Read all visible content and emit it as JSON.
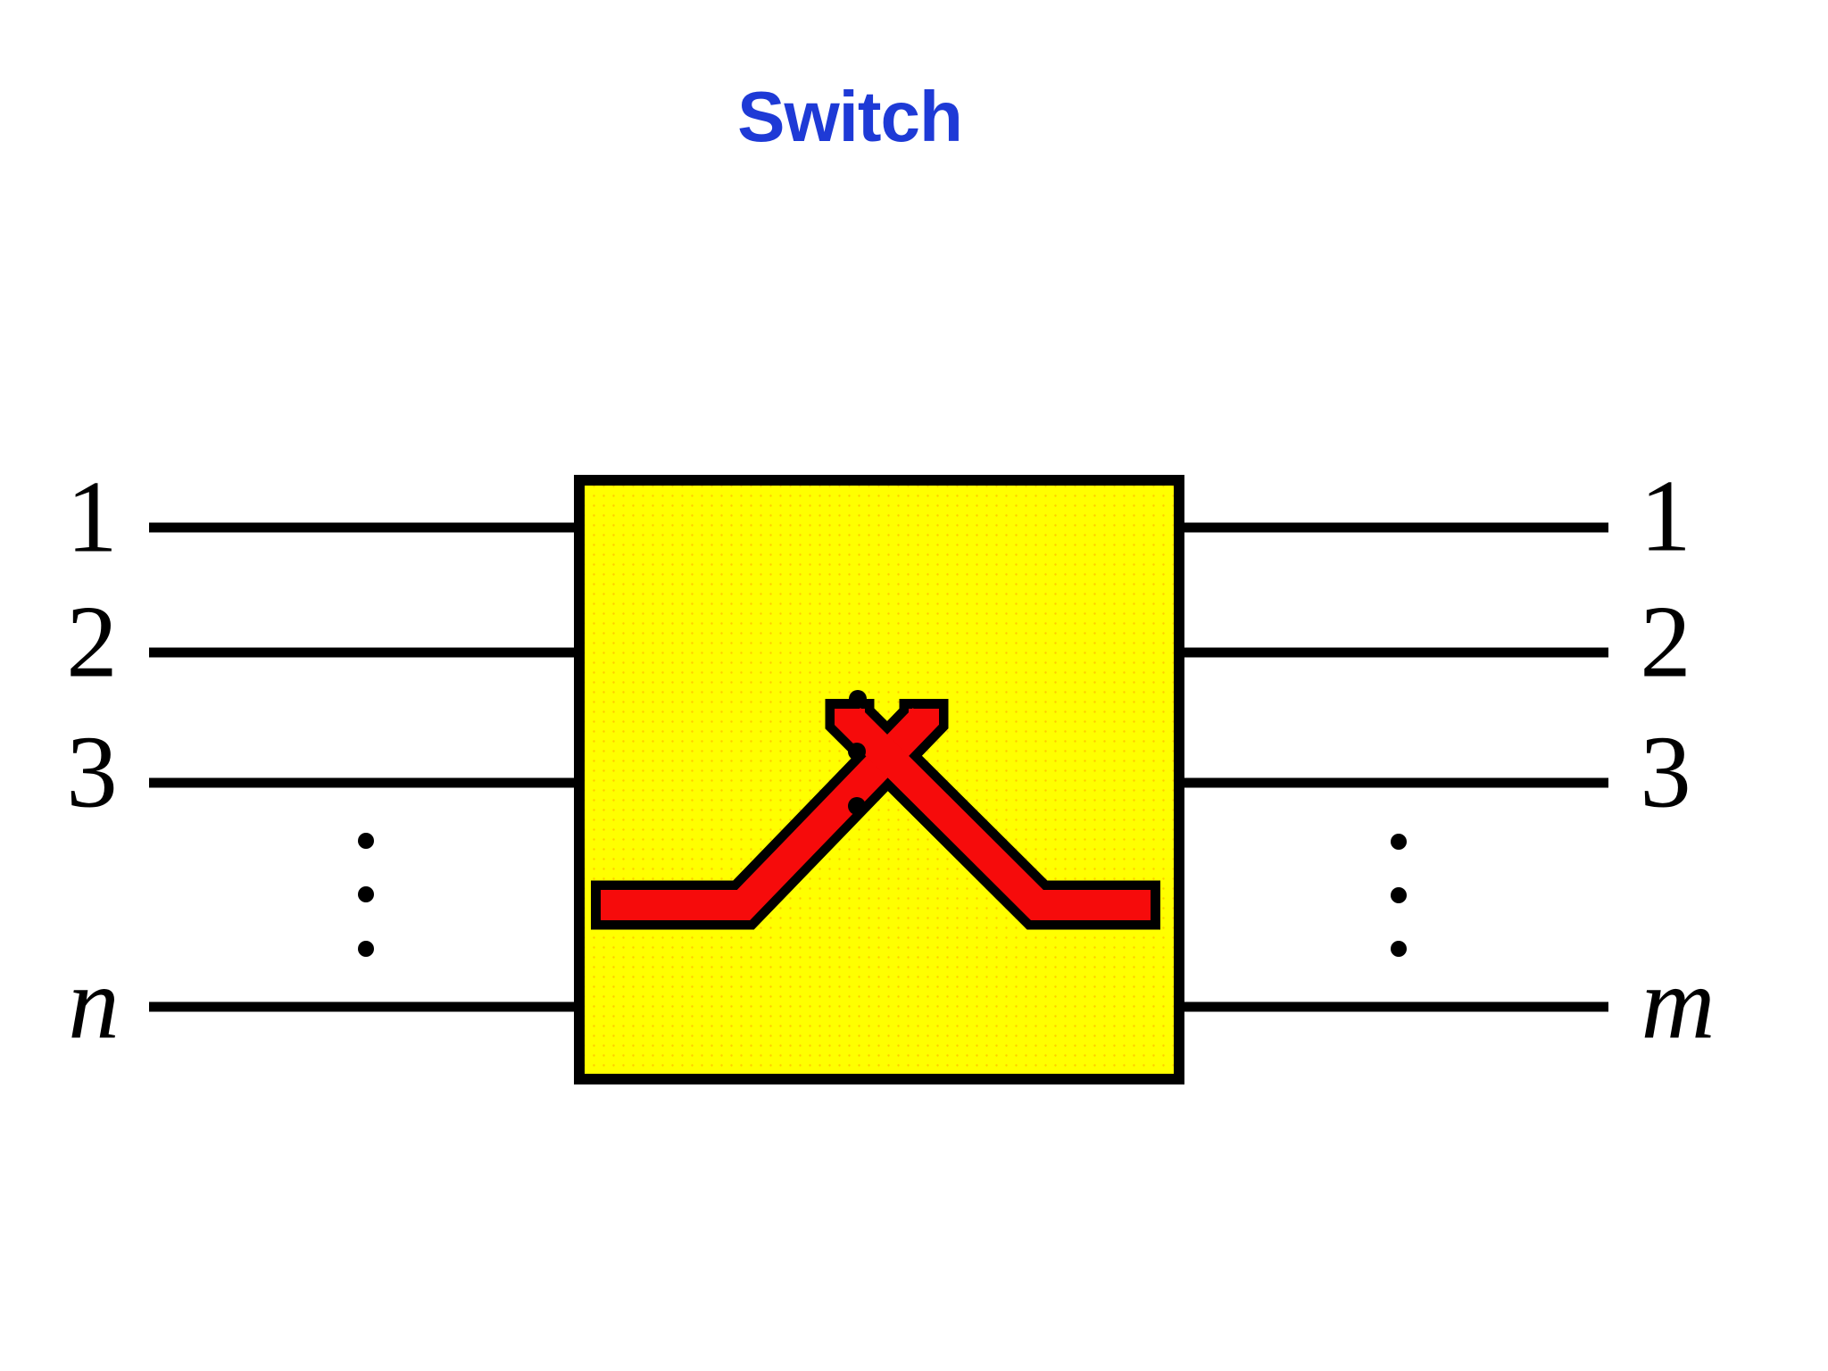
{
  "title": {
    "text": "Switch"
  },
  "colors": {
    "title-blue": "#1e3ad6",
    "box-yellow": "#ffff00",
    "box-dot": "#ff9900",
    "symbol-red": "#f60b0b",
    "ink": "#000000"
  },
  "switch_box": {
    "symbol": "crossover-switch"
  },
  "left_ports": {
    "labels": [
      "1",
      "2",
      "3",
      "n"
    ],
    "ellipsis_dots": 3
  },
  "right_ports": {
    "labels": [
      "1",
      "2",
      "3",
      "m"
    ],
    "ellipsis_dots": 3
  }
}
